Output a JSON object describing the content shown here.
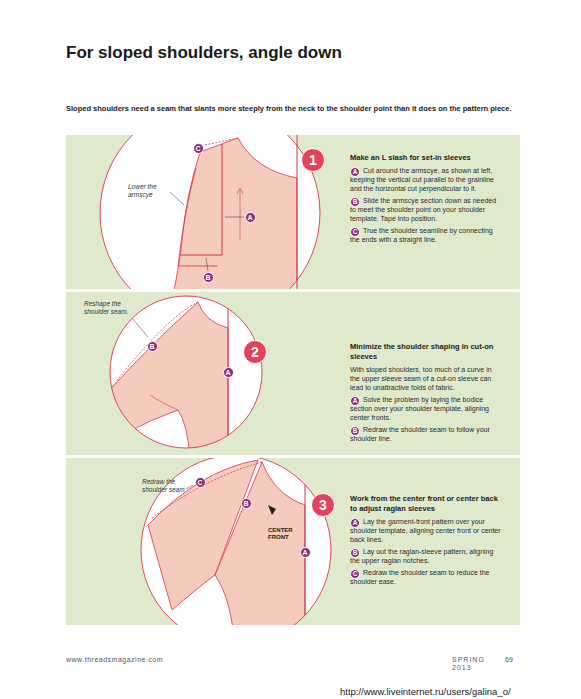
{
  "diagram": {
    "title": "For sloped shoulders, angle down",
    "caption": "Sloped shoulders need a seam that slants more steeply from the neck to the shoulder point than it does on the pattern piece.",
    "nodes": [
      {
        "text": [
          "Make an L slash for set-in sleeves",
          "Cut around the armscye, as shown at left, keeping the vertical cut parallel to the grainline and the horizontal cut perpendicular to it.",
          "Slide the armscye section down as needed to meet the shoulder point on your shoulder template. Tape into position.",
          "True the shoulder seamline by connecting the ends with a straight line."
        ]
      },
      {
        "text": [
          "1"
        ],
        "in": 0
      },
      {
        "text": [
          "A"
        ],
        "in": 0
      },
      {
        "text": [
          "B"
        ],
        "in": 0
      },
      {
        "text": [
          "C"
        ],
        "in": 0
      },
      {
        "text": [
          "C"
        ],
        "in": 0
      },
      {
        "text": [
          "A"
        ],
        "in": 0
      },
      {
        "text": [
          "B"
        ],
        "in": 0
      },
      {
        "text": [
          "Minimize the shoulder shaping in cut-on sleeves",
          "With sloped shoulders, too much of a curve in the upper sleeve seam of a cut-on sleeve can lead to unattractive folds of fabric.",
          "Solve the problem by laying the bodice section over your shoulder template, aligning center fronts.",
          "Redraw the shoulder seam to follow your shoulder line."
        ]
      },
      {
        "text": [
          "2"
        ],
        "in": 8
      },
      {
        "text": [
          "A"
        ],
        "in": 8
      },
      {
        "text": [
          "B"
        ],
        "in": 8
      },
      {
        "text": [
          "B"
        ],
        "in": 8
      },
      {
        "text": [
          "A"
        ],
        "in": 8
      },
      {
        "text": [
          "Work from the center front or center back to adjust raglan sleeves",
          "Lay the garment-front pattern over your shoulder template, aligning center front or center back lines.",
          "Lay out the raglan-sleeve pattern, aligning the upper raglan notches.",
          "Redraw the shoulder seam to reduce the shoulder ease."
        ]
      },
      {
        "text": [
          "3"
        ],
        "in": 14
      },
      {
        "text": [
          "A"
        ],
        "in": 14
      },
      {
        "text": [
          "B"
        ],
        "in": 14
      },
      {
        "text": [
          "C"
        ],
        "in": 14
      },
      {
        "text": [
          "C"
        ],
        "in": 14
      },
      {
        "text": [
          "B"
        ],
        "in": 14
      },
      {
        "text": [
          "A"
        ],
        "in": 14
      }
    ],
    "labels": [
      "Lower the armscye",
      "Reshape the shoulder seam.",
      "Redraw the shoulder seam",
      "CENTER FRONT",
      "www.threadsmagazine.com",
      "SPRING 2013",
      "69",
      "http://www.liveinternet.ru/users/galina_o/"
    ]
  }
}
